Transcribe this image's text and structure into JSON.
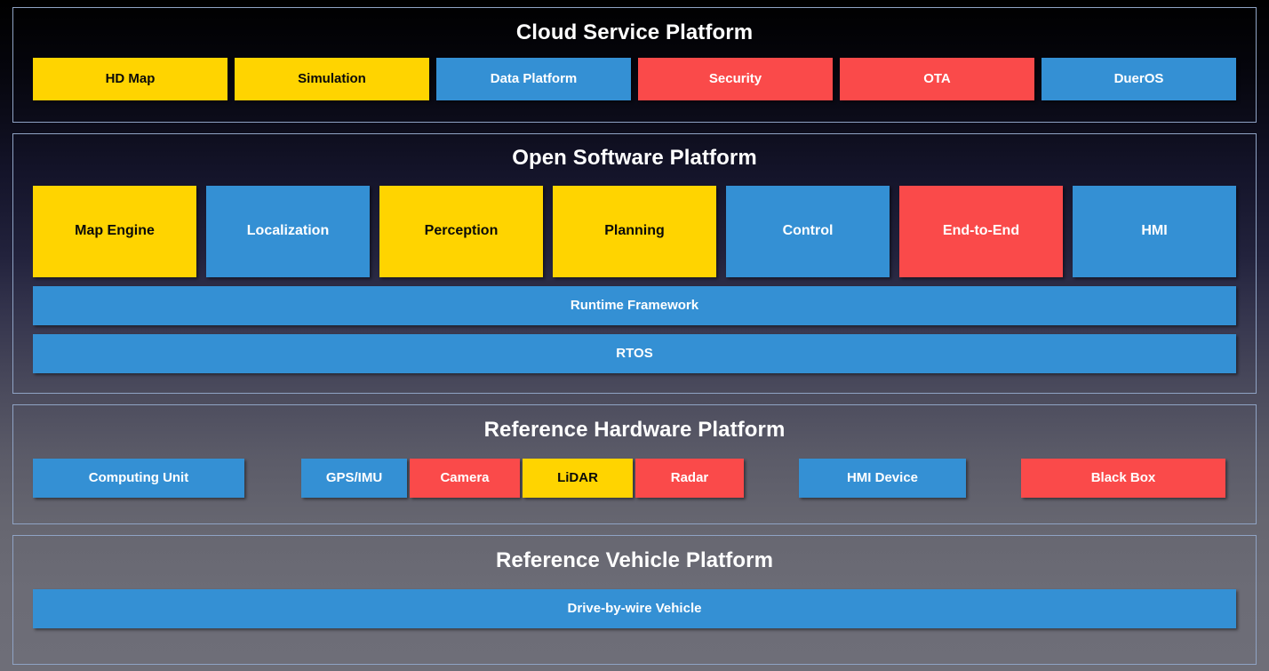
{
  "diagram": {
    "sections": [
      {
        "id": "cloud",
        "title": "Cloud Service Platform",
        "boxes": [
          {
            "label": "HD Map",
            "color": "yellow"
          },
          {
            "label": "Simulation",
            "color": "yellow"
          },
          {
            "label": "Data Platform",
            "color": "blue"
          },
          {
            "label": "Security",
            "color": "red"
          },
          {
            "label": "OTA",
            "color": "red"
          },
          {
            "label": "DuerOS",
            "color": "blue"
          }
        ]
      },
      {
        "id": "software",
        "title": "Open Software Platform",
        "boxes": [
          {
            "label": "Map Engine",
            "color": "yellow"
          },
          {
            "label": "Localization",
            "color": "blue"
          },
          {
            "label": "Perception",
            "color": "yellow"
          },
          {
            "label": "Planning",
            "color": "yellow"
          },
          {
            "label": "Control",
            "color": "blue"
          },
          {
            "label": "End-to-End",
            "color": "red"
          },
          {
            "label": "HMI",
            "color": "blue"
          }
        ],
        "bars": [
          {
            "label": "Runtime Framework",
            "color": "blue"
          },
          {
            "label": "RTOS",
            "color": "blue"
          }
        ]
      },
      {
        "id": "hardware",
        "title": "Reference Hardware Platform",
        "boxes": [
          {
            "label": "Computing Unit",
            "color": "blue"
          },
          {
            "label": "GPS/IMU",
            "color": "blue"
          },
          {
            "label": "Camera",
            "color": "red"
          },
          {
            "label": "LiDAR",
            "color": "yellow"
          },
          {
            "label": "Radar",
            "color": "red"
          },
          {
            "label": "HMI Device",
            "color": "blue"
          },
          {
            "label": "Black Box",
            "color": "red"
          }
        ]
      },
      {
        "id": "vehicle",
        "title": "Reference Vehicle Platform",
        "bars": [
          {
            "label": "Drive-by-wire Vehicle",
            "color": "blue"
          }
        ]
      }
    ],
    "colors": {
      "yellow": "#ffd400",
      "blue": "#3490d4",
      "red": "#fa4a4a",
      "panel_border": "#8fa3c4",
      "title_text": "#ffffff"
    }
  }
}
